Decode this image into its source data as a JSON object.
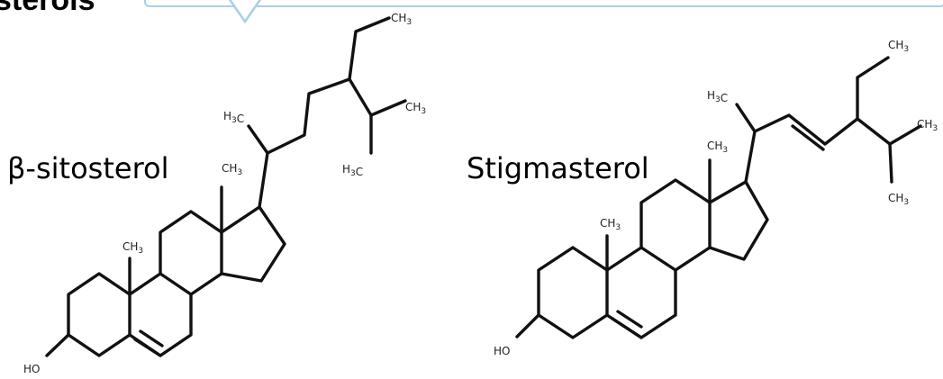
{
  "header": {
    "title_fragment": "sterols"
  },
  "colors": {
    "banner_border": "#a9cfe6",
    "bond": "#111111"
  },
  "compounds": [
    {
      "name": "β-sitosterol",
      "labels": {
        "hydroxyl": "HO",
        "methyl_19": "CH3",
        "methyl_18": "CH3",
        "methyl_21": "H3C",
        "methyl_29": "CH3",
        "methyl_26": "CH3",
        "methyl_27": "H3C"
      }
    },
    {
      "name": "Stigmasterol",
      "labels": {
        "hydroxyl": "HO",
        "methyl_19": "CH3",
        "methyl_18": "CH3",
        "methyl_21": "H3C",
        "methyl_29": "CH3",
        "methyl_26": "CH3",
        "methyl_27": "CH3"
      }
    }
  ]
}
